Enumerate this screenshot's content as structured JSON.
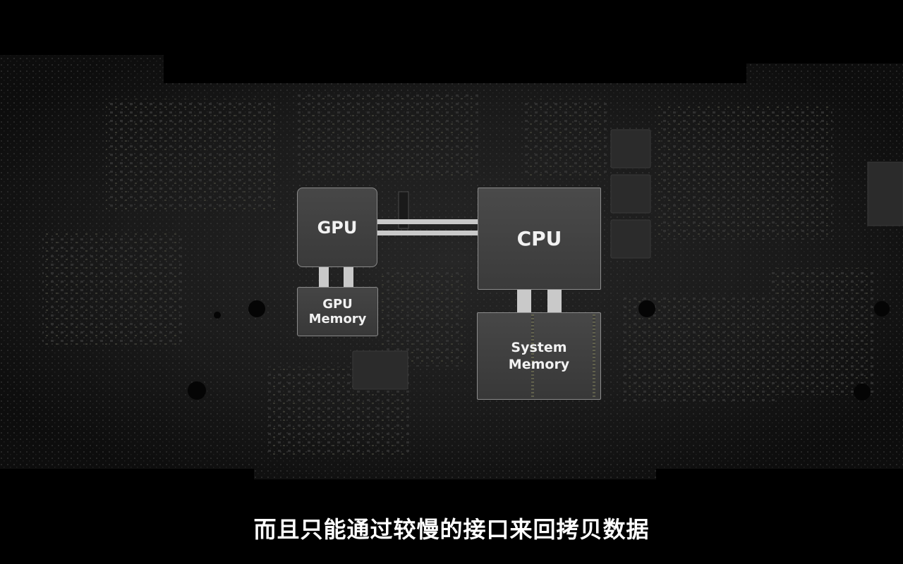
{
  "diagram": {
    "gpu_label": "GPU",
    "gpu_memory_label_line1": "GPU",
    "gpu_memory_label_line2": "Memory",
    "cpu_label": "CPU",
    "system_memory_label_line1": "System",
    "system_memory_label_line2": "Memory"
  },
  "subtitle": "而且只能通过较慢的接口来回拷贝数据"
}
